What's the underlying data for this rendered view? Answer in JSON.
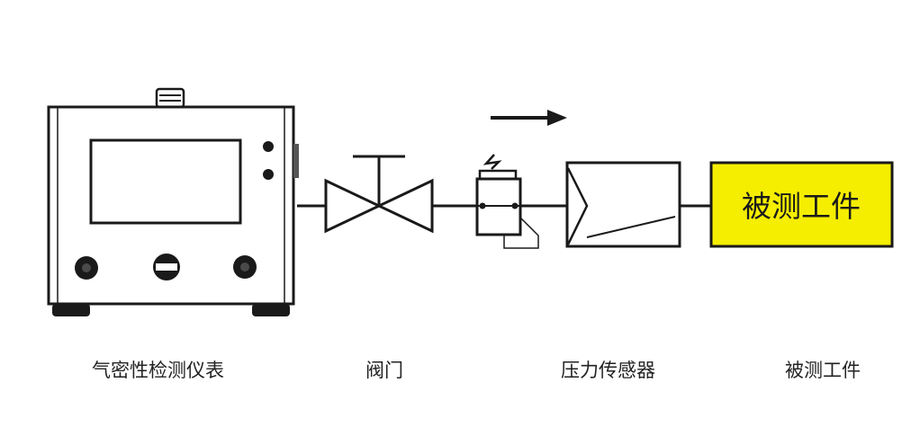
{
  "colors": {
    "line": "#1a1a1a",
    "workpiece_fill": "#f5ee00",
    "background": "#ffffff"
  },
  "flow_direction": "left-to-right",
  "components": {
    "tester": {
      "label": "气密性检测仪表"
    },
    "valve": {
      "label": "阀门"
    },
    "pressure_sensor": {
      "label": "压力传感器"
    },
    "workpiece": {
      "label": "被测工件",
      "box_text": "被测工件"
    }
  }
}
